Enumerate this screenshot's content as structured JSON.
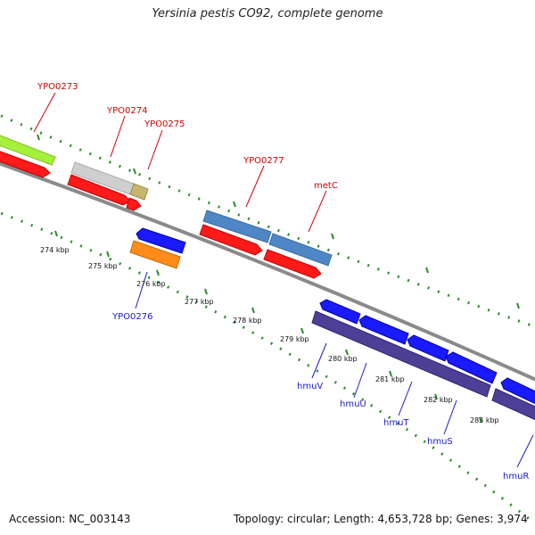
{
  "title": "Yersinia pestis CO92, complete genome",
  "footer": {
    "accession": "Accession: NC_003143",
    "topology": "Topology: circular; Length: 4,653,728 bp; Genes: 3,974"
  },
  "scale_labels": [
    "274 kbp",
    "275 kbp",
    "276 kbp",
    "277 kbp",
    "278 kbp",
    "279 kbp",
    "280 kbp",
    "281 kbp",
    "282 kbp",
    "283 kbp"
  ],
  "gene_labels_red": [
    "YPO0273",
    "YPO0274",
    "YPO0275",
    "YPO0277",
    "metC"
  ],
  "gene_labels_blue": [
    "YPO0276",
    "hmuV",
    "hmuU",
    "hmuT",
    "hmuS",
    "hmuR"
  ],
  "colors": {
    "backbone": "#8a8a8a",
    "dots": "#2e8b2e",
    "cds_red": "#ff1a1a",
    "forward_blue": "#1a1aff",
    "reverse_purple": "#4d3f96",
    "steel": "#4f86c6",
    "lime": "#a6f03c",
    "grey": "#cfcfcf",
    "khaki": "#c7b46e",
    "orange": "#ff8c1a"
  }
}
